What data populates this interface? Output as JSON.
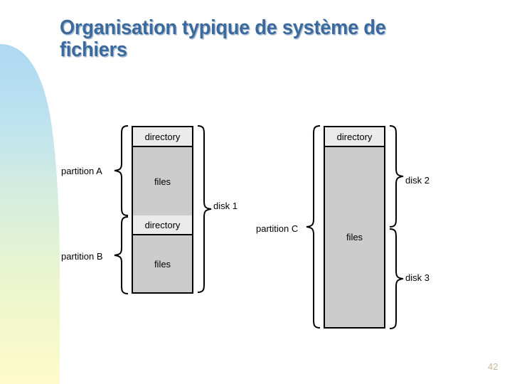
{
  "slide": {
    "title": "Organisation typique de système de fichiers",
    "page_number": "42",
    "title_color": "#3d6a9c",
    "page_number_color": "#c9b79b",
    "background_color": "#ffffff"
  },
  "decoration": {
    "name": "curved-gradient-band",
    "gradient_stops": [
      "#aed9f2",
      "#c6e6ee",
      "#dcf0dd",
      "#f2f7c8",
      "#fdfbc9"
    ]
  },
  "diagram": {
    "name": "file-system-organization",
    "cell_directory_color": "#ebebeb",
    "cell_files_color": "#cccccc",
    "outline_color": "#000000",
    "left_group": {
      "disk_label": "disk 1",
      "partitions": [
        {
          "label": "partition A",
          "cells": [
            "directory",
            "files"
          ]
        },
        {
          "label": "partition B",
          "cells": [
            "directory",
            "files"
          ]
        }
      ]
    },
    "right_group": {
      "partition_label": "partition C",
      "disk_labels": [
        "disk 2",
        "disk 3"
      ],
      "cells": [
        "directory",
        "files"
      ]
    },
    "cell_text": {
      "directory": "directory",
      "files": "files"
    }
  }
}
